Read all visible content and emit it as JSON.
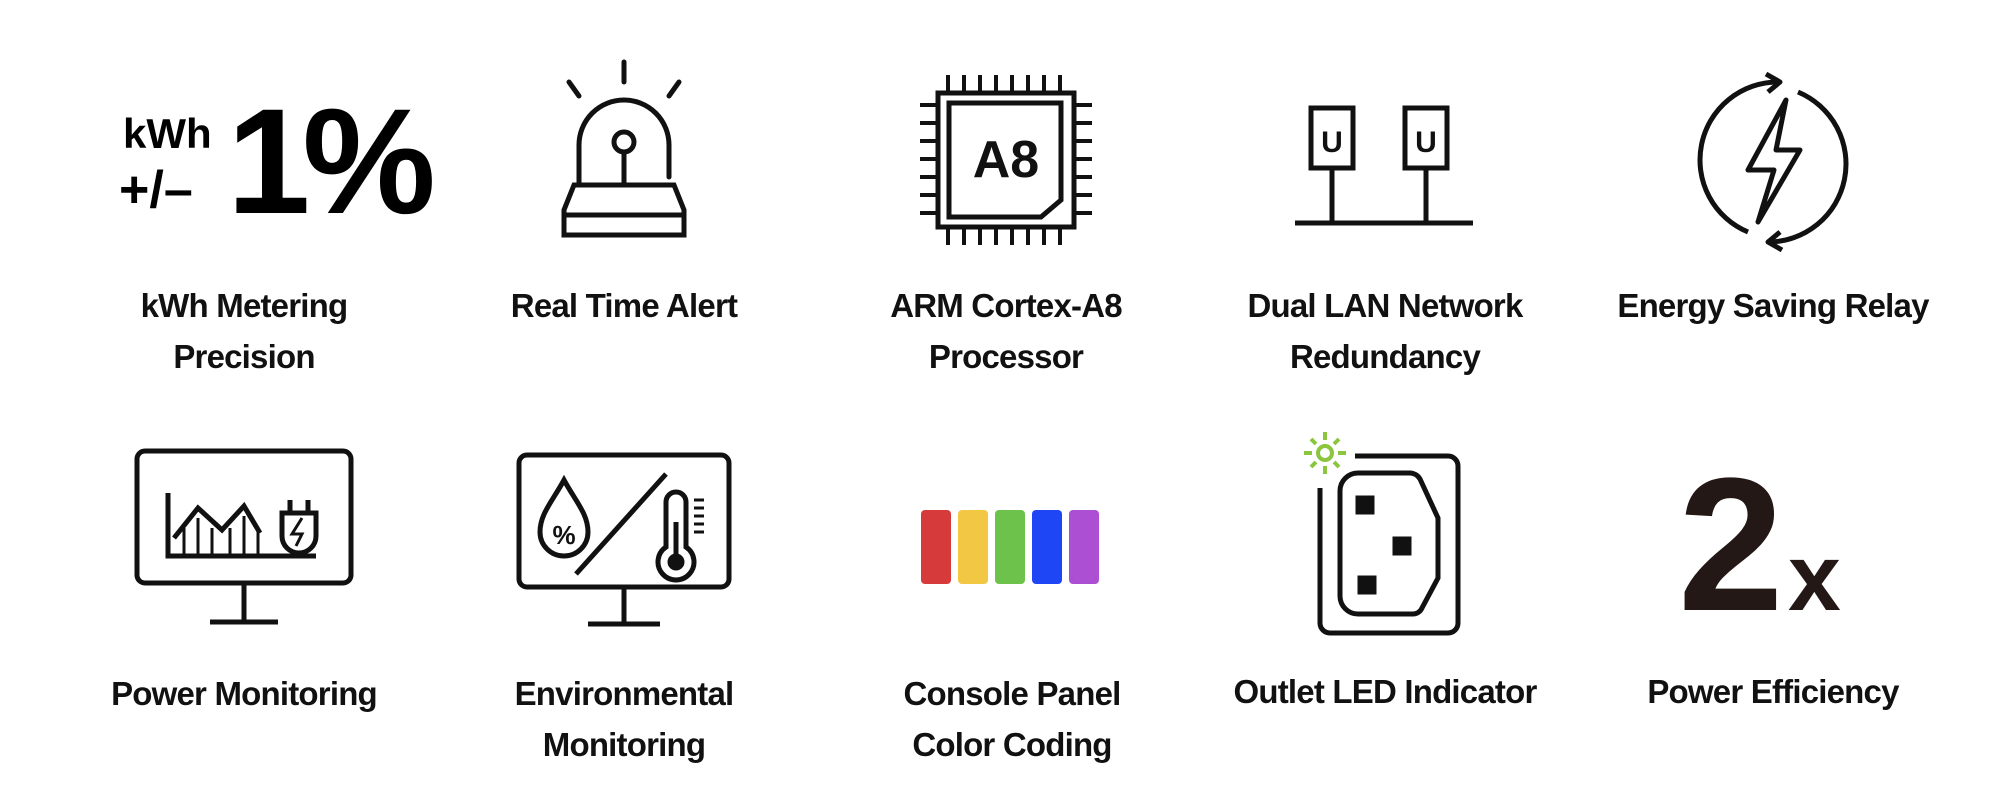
{
  "features": [
    {
      "label_line1": "kWh Metering",
      "label_line2": "Precision",
      "icon": "kwh-precision-icon",
      "icon_text": {
        "unit": "kWh",
        "sign": "+/–",
        "value": "1%"
      }
    },
    {
      "label_line1": "Real Time Alert",
      "icon": "siren-icon"
    },
    {
      "label_line1": "ARM Cortex-A8",
      "label_line2": "Processor",
      "icon": "cpu-chip-icon",
      "icon_text": {
        "chip": "A8"
      }
    },
    {
      "label_line1": "Dual LAN Network",
      "label_line2": "Redundancy",
      "icon": "dual-lan-icon",
      "icon_text": {
        "port": "U"
      }
    },
    {
      "label_line1": "Energy Saving Relay",
      "icon": "energy-cycle-icon"
    },
    {
      "label_line1": "Power Monitoring",
      "icon": "power-monitor-icon"
    },
    {
      "label_line1": "Environmental",
      "label_line2": "Monitoring",
      "icon": "environment-monitor-icon",
      "icon_text": {
        "percent": "%"
      }
    },
    {
      "label_line1": "Console Panel",
      "label_line2": "Color Coding",
      "icon": "color-bars-icon"
    },
    {
      "label_line1": "Outlet LED Indicator",
      "icon": "outlet-led-icon"
    },
    {
      "label_line1": "Power Efficiency",
      "icon": "2x-icon",
      "icon_text": {
        "number": "2",
        "suffix": "x"
      }
    }
  ],
  "colors": {
    "bars": [
      "#d63a3a",
      "#f2c744",
      "#6cc24a",
      "#1f46f5",
      "#ad4fd3"
    ],
    "led": "#8cc63f",
    "ink": "#111111"
  }
}
